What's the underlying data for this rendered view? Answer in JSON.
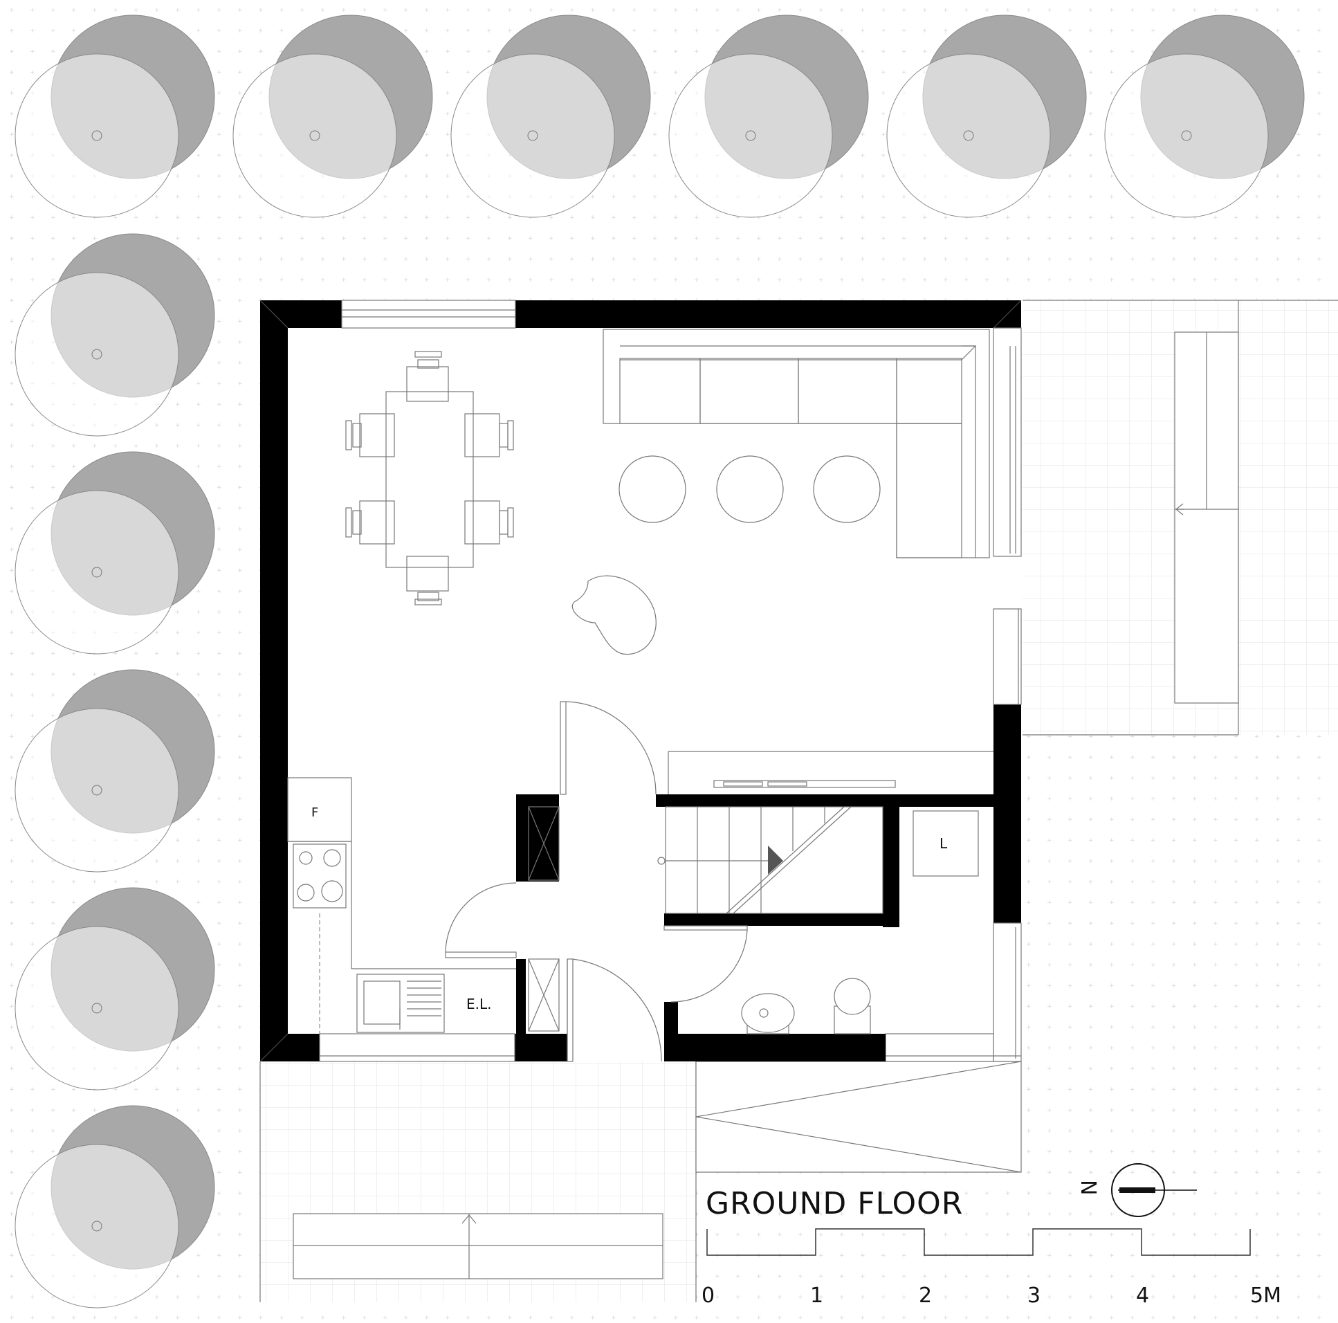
{
  "drawing": {
    "title": "GROUND FLOOR",
    "north_label": "N",
    "scale": {
      "ticks": [
        "0",
        "1",
        "2",
        "3",
        "4",
        "5M"
      ]
    }
  },
  "rooms": {
    "fridge_label": "F",
    "electric_label": "E.L.",
    "laundry_label": "L"
  },
  "site": {
    "trees_top_row": 6,
    "trees_left_column": 6
  },
  "colors": {
    "wall": "#000000",
    "tree_canopy": "#c8c8c8",
    "tree_shadow": "#a8a8a8",
    "line": "#777777",
    "grid_dot": "#d8d8d8"
  }
}
